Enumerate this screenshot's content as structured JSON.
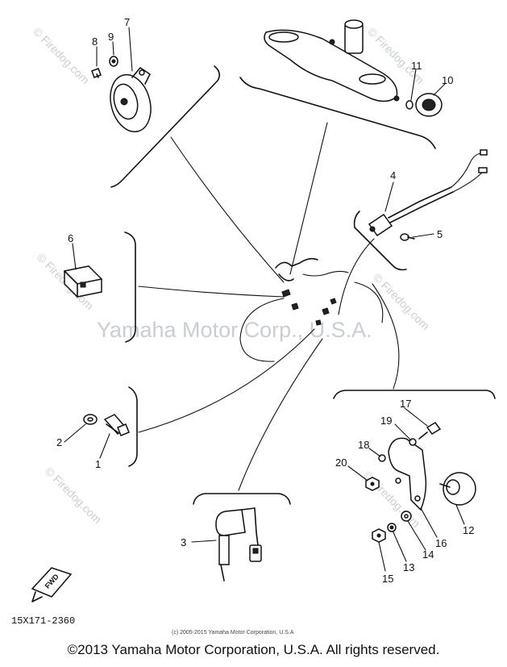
{
  "watermarks": {
    "center": "Yamaha Motor Corp., U.S.A.",
    "side": "© Firedog.com"
  },
  "parts": [
    {
      "num": "1"
    },
    {
      "num": "2"
    },
    {
      "num": "3"
    },
    {
      "num": "4"
    },
    {
      "num": "5"
    },
    {
      "num": "6"
    },
    {
      "num": "7"
    },
    {
      "num": "8"
    },
    {
      "num": "9"
    },
    {
      "num": "10"
    },
    {
      "num": "11"
    },
    {
      "num": "12"
    },
    {
      "num": "13"
    },
    {
      "num": "14"
    },
    {
      "num": "15"
    },
    {
      "num": "16"
    },
    {
      "num": "17"
    },
    {
      "num": "18"
    },
    {
      "num": "19"
    },
    {
      "num": "20"
    }
  ],
  "fwd_label": "FWD",
  "diagram_code": "15X171-2360",
  "small_copyright": "(c) 2005-2015 Yamaha Motor Corporation, U.S.A",
  "footer": "©2013 Yamaha Motor Corporation, U.S.A. All rights reserved."
}
